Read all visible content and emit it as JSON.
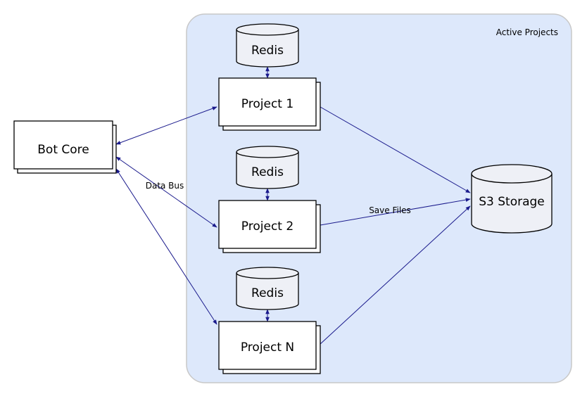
{
  "colors": {
    "cluster_fill": "#dde8fb",
    "cluster_stroke": "#c8c8c8",
    "edge": "#1a1a8c",
    "db_fill": "#eef0f6"
  },
  "cluster": {
    "label": "Active Projects"
  },
  "nodes": {
    "bot_core": "Bot Core",
    "project_1": "Project 1",
    "project_2": "Project 2",
    "project_n": "Project N",
    "redis_1": "Redis",
    "redis_2": "Redis",
    "redis_n": "Redis",
    "s3_storage": "S3 Storage"
  },
  "edge_labels": {
    "data_bus": "Data Bus",
    "save_files": "Save Files"
  }
}
